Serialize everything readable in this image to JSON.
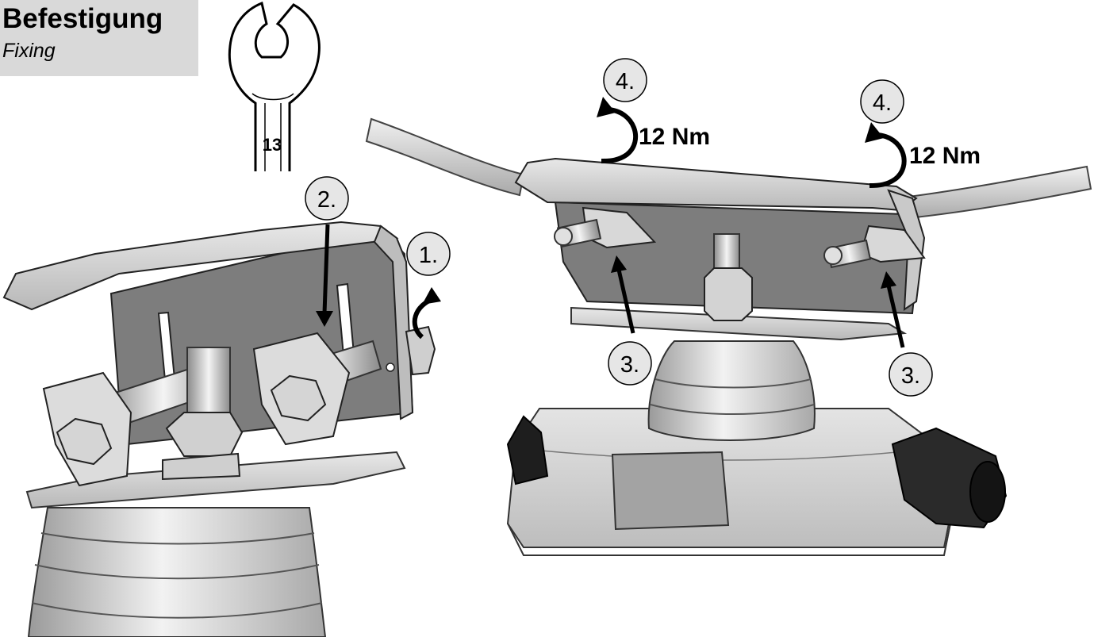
{
  "header": {
    "title": "Befestigung",
    "subtitle": "Fixing"
  },
  "wrench": {
    "size_label": "13"
  },
  "steps": {
    "step1": "1.",
    "step2": "2.",
    "step3_left": "3.",
    "step3_right": "3.",
    "step4_left": "4.",
    "step4_right": "4."
  },
  "torque": {
    "left": "12 Nm",
    "right": "12 Nm"
  },
  "colors": {
    "header_bg": "#d9d9d9",
    "callout_fill": "#e6e6e6",
    "metal_dark": "#7d7d7d",
    "metal_light": "#cfcfcf"
  }
}
